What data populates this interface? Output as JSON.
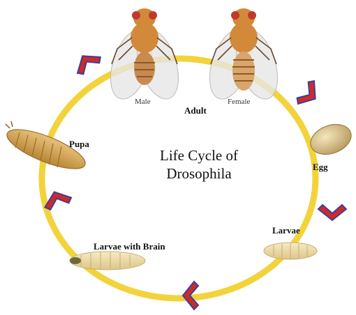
{
  "title": {
    "line1": "Life Cycle of",
    "line2": "Drosophila"
  },
  "stages": {
    "male": "Male",
    "adult": "Adult",
    "female": "Female",
    "egg": "Egg",
    "larvae": "Larvae",
    "larvae_with_brain": "Larvae with Brain",
    "pupa": "Pupa"
  },
  "colors": {
    "cycle_ring": "#f2d33b",
    "arrow_outer": "#cf2a2a",
    "arrow_inner": "#3b3f9a",
    "fly_body": "#d28a3a",
    "fly_eye": "#c0392b",
    "egg": "#d8c08a",
    "larva": "#f0dfa8",
    "pupa": "#d6a85a"
  }
}
